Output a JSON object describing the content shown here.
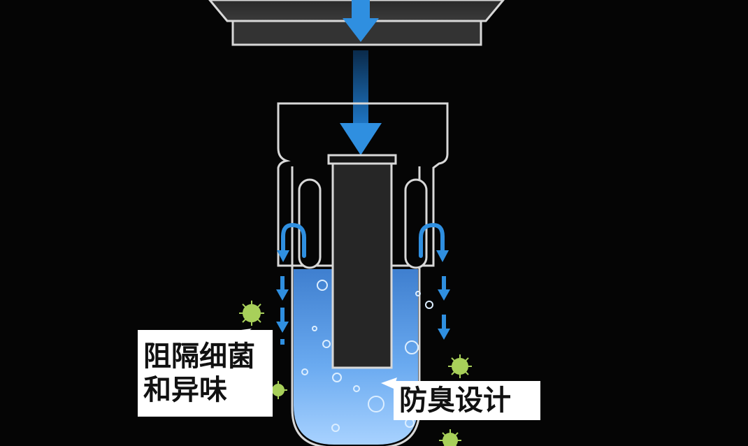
{
  "callouts": {
    "bacteria": {
      "line1": "阻隔细菌",
      "line2": "和异味"
    },
    "odor": "防臭设计"
  },
  "colors": {
    "background": "#050505",
    "water": "#5aa0e6",
    "flow_arrow": "#2f8fe0",
    "outline": "#d8d8d8",
    "bacteria": "#a8d05a",
    "core": "#262626"
  },
  "icons": [
    "flow-arrow-icon",
    "bacteria-icon",
    "water-bubble-icon"
  ]
}
